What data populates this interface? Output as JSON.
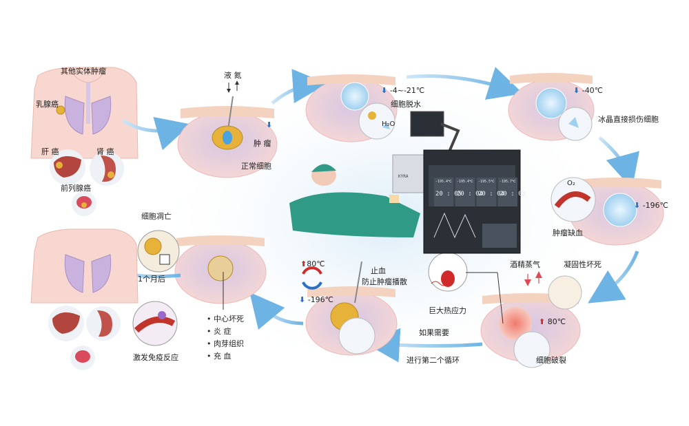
{
  "colors": {
    "blue_arrow": "#8ec5ea",
    "red_arrow": "#e04a55",
    "skin": "#f6d2c8",
    "tumor": "#e6b23a",
    "tissue": "#c9b3d6",
    "device_dark": "#2b2f36",
    "cold": "#2c6fc7",
    "hot": "#d12a2a"
  },
  "before": {
    "title": "其他实体肿瘤",
    "breast": "乳腺癌",
    "liver": "肝  癌",
    "kidney": "肾 癌",
    "prostate": "前列腺癌"
  },
  "step1": {
    "ln2": "液 氮",
    "tumor": "肿  瘤",
    "normal": "正常细胞"
  },
  "step2": {
    "temp": "-4~-21℃",
    "label": "细胞脱水",
    "h2o": "H₂O"
  },
  "step3": {
    "temp": "-40℃",
    "label": "冰晶直接损伤细胞"
  },
  "step4": {
    "temp": "-196℃",
    "label": "肿瘤缺血",
    "o2": "O₂"
  },
  "step5": {
    "temp": "80℃",
    "label": "细胞破裂",
    "vapor": "酒精蒸气",
    "coag": "凝固性坏死",
    "stress": "巨大热应力"
  },
  "step6": {
    "hot": "80℃",
    "cold": "-196℃",
    "label1": "止血",
    "label2": "防止肿瘤播散"
  },
  "loop": {
    "line1": "如果需要",
    "line2": "进行第二个循环"
  },
  "step7": {
    "items": [
      "中心坏死",
      "炎 症",
      "肉芽组织",
      "充 血"
    ]
  },
  "after": {
    "apoptosis": "细胞凋亡",
    "time": "1个月后",
    "immune": "激发免疫反应"
  },
  "device": {
    "brand": "KYRA",
    "tiles": [
      {
        "temp": "-195.4℃",
        "time": "20 : 05"
      },
      {
        "temp": "-195.4℃",
        "time": "20 : 04"
      },
      {
        "temp": "-195.5℃",
        "time": "20 : 04"
      },
      {
        "temp": "-195.7℃",
        "time": "20 : 03"
      }
    ]
  }
}
